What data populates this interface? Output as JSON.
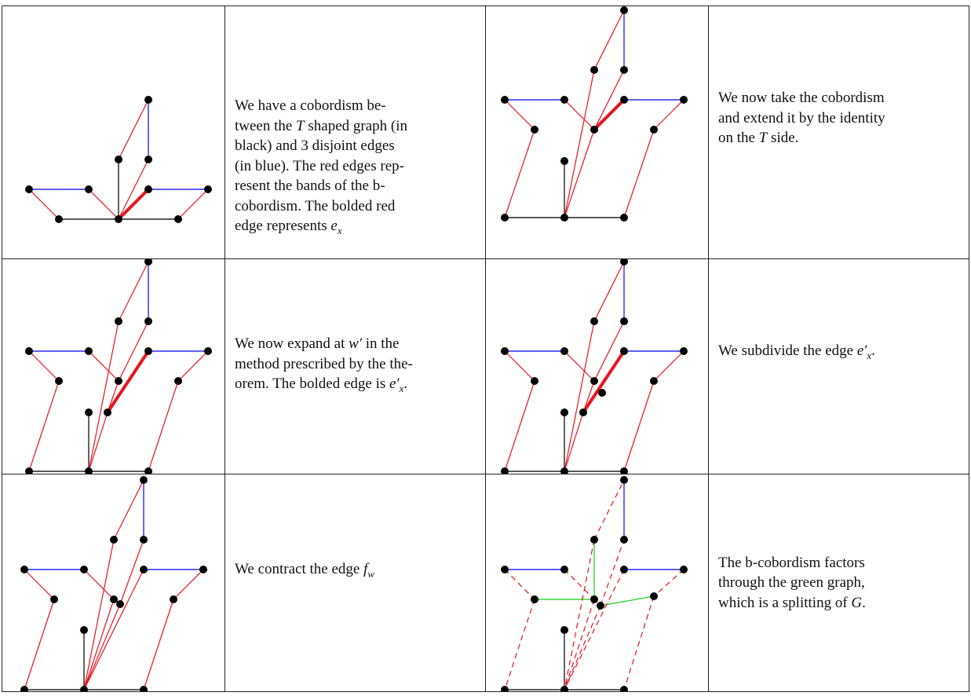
{
  "captions": {
    "c1": {
      "line1": "We have a cobordism be-",
      "line2a": "tween the ",
      "line2var": "T",
      "line2b": " shaped graph (in",
      "line3": "black) and 3 disjoint edges",
      "line4": "(in blue). The red edges rep-",
      "line5": "resent the bands of the b-",
      "line6": "cobordism. The bolded red",
      "line7a": "edge represents ",
      "line7var": "e",
      "line7sub": "x"
    },
    "c2": {
      "line1": "We now take the cobordism",
      "line2": "and extend it by the identity",
      "line3a": "on the ",
      "line3var": "T",
      "line3b": " side."
    },
    "c3": {
      "line1a": "We now expand at ",
      "line1var": "w′",
      "line1b": " in the",
      "line2": "method prescribed by the the-",
      "line3a": "orem. The bolded edge is ",
      "line3var": "e′",
      "line3sub": "x",
      "line3end": "."
    },
    "c4": {
      "line1a": "We subdivide the edge ",
      "line1var": "e′",
      "line1sub": "x",
      "line1end": "."
    },
    "c5": {
      "line1a": "We contract the edge ",
      "line1var": "f",
      "line1sub": "w"
    },
    "c6": {
      "line1": "The b-cobordism factors",
      "line2": "through the green graph,",
      "line3a": "which is a splitting of ",
      "line3var": "G",
      "line3end": "."
    }
  },
  "colors": {
    "black_edge": "#222222",
    "blue_edge": "#2a2af0",
    "red_edge": "#e8141e",
    "green_edge": "#3ad63a",
    "vertex": "#000000"
  }
}
